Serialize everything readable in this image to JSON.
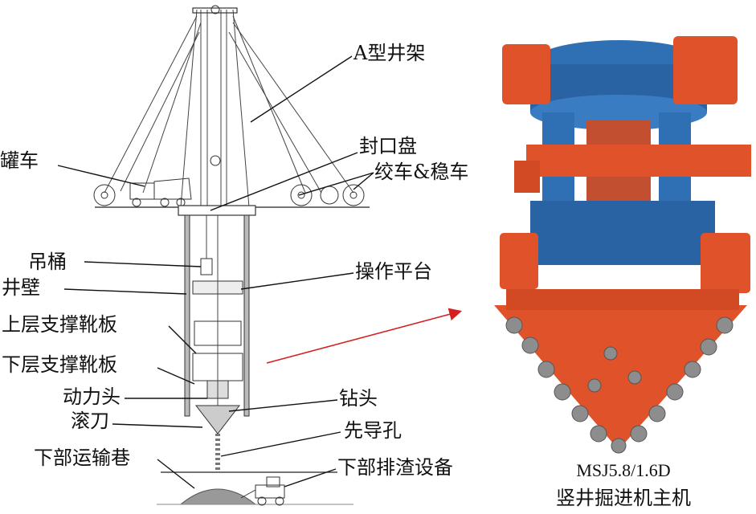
{
  "labels": {
    "a_frame": "A型井架",
    "tank_truck": "罐车",
    "sealing_disk": "封口盘",
    "winch": "绞车&稳车",
    "bucket": "吊桶",
    "shaft_wall": "井壁",
    "platform": "操作平台",
    "upper_shoe": "上层支撑靴板",
    "lower_shoe": "下层支撑靴板",
    "power_head": "动力头",
    "drill_bit": "钻头",
    "roller_cutter": "滚刀",
    "pilot_hole": "先导孔",
    "lower_roadway": "下部运输巷",
    "muck_equipment": "下部排渣设备"
  },
  "caption": {
    "model": "MSJ5.8/1.6D",
    "name": "竖井掘进机主机"
  },
  "colors": {
    "machine_blue": "#2f6fb3",
    "machine_orange": "#e0532a",
    "arrow_red": "#d42020"
  }
}
